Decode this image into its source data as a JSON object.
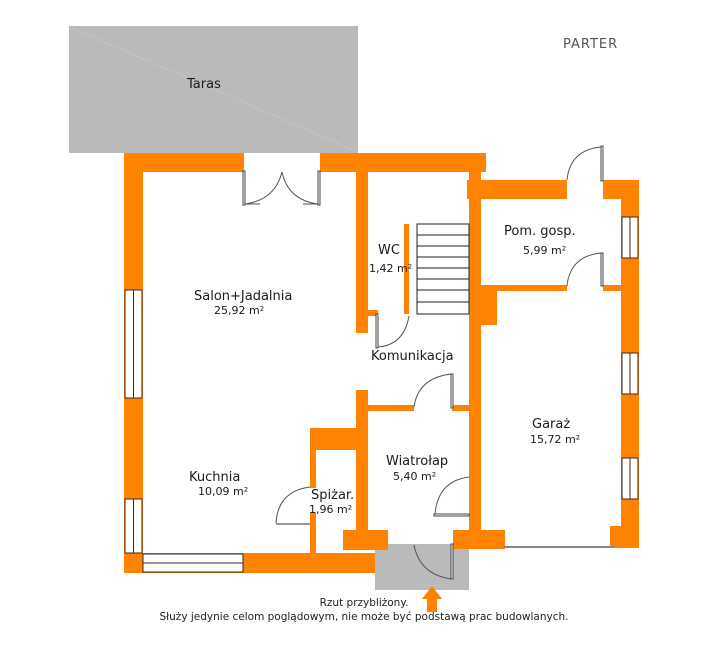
{
  "floor_title": "PARTER",
  "colors": {
    "wall": "#ff8200",
    "terrace": "#bababa",
    "entrance_platform": "#bababa",
    "background": "#ffffff"
  },
  "rooms": [
    {
      "id": "taras",
      "name": "Taras",
      "area": ""
    },
    {
      "id": "salon",
      "name": "Salon+Jadalnia",
      "area": "25,92 m²"
    },
    {
      "id": "wc",
      "name": "WC",
      "area": "1,42 m²"
    },
    {
      "id": "pom-gosp",
      "name": "Pom. gosp.",
      "area": "5,99 m²"
    },
    {
      "id": "komunikacja",
      "name": "Komunikacja",
      "area": ""
    },
    {
      "id": "garaz",
      "name": "Garaż",
      "area": "15,72 m²"
    },
    {
      "id": "wiatrolap",
      "name": "Wiatrołap",
      "area": "5,40 m²"
    },
    {
      "id": "kuchnia",
      "name": "Kuchnia",
      "area": "10,09 m²"
    },
    {
      "id": "spizarnia",
      "name": "Spiżar.",
      "area": "1,96 m²"
    }
  ],
  "icons": {
    "entrance_arrow": "entrance-arrow-icon"
  },
  "notes": {
    "line1": "Rzut przybliżony.",
    "line2": "Służy jedynie celom poglądowym, nie może być podstawą prac budowlanych."
  }
}
